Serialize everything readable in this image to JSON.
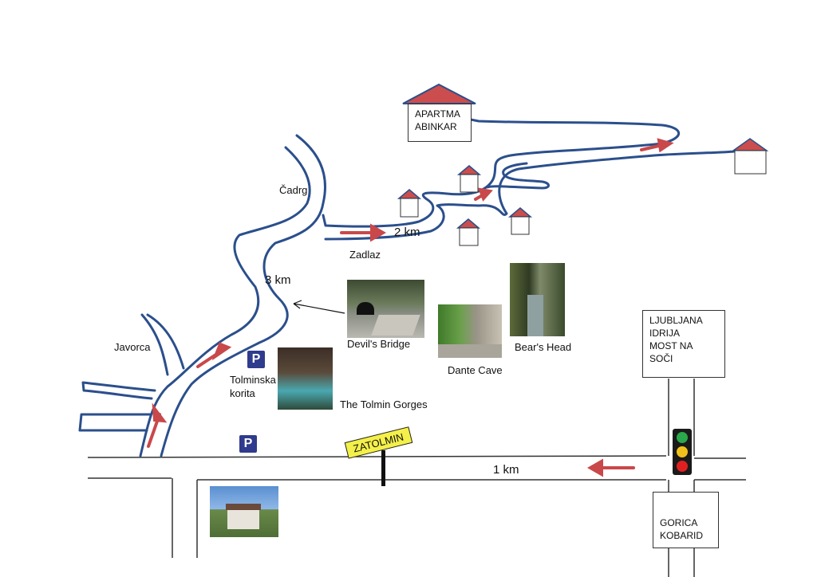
{
  "places": {
    "cadrg": "Čadrg",
    "zadlaz": "Zadlaz",
    "javorca": "Javorca",
    "tolminska_korita": "Tolminska\nkorita"
  },
  "distances": {
    "d2": "2 km",
    "d3": "3 km",
    "d1": "1 km"
  },
  "apartment": {
    "label": "APARTMA\nABINKAR"
  },
  "attractions": {
    "devils_bridge": "Devil's Bridge",
    "dante_cave": "Dante Cave",
    "bears_head": "Bear's Head",
    "tolmin_gorges": "The Tolmin Gorges"
  },
  "signs": {
    "north": "LJUBLJANA\nIDRIJA\nMOST NA SOČI",
    "south": "GORICA\nKOBARID",
    "zatolmin": "ZATOLMIN"
  },
  "colors": {
    "road": "#2b4f8c",
    "arrow": "#c9484a",
    "roof": "#cc4d4d",
    "parking": "#2f3b8c",
    "sign": "#f4f04a"
  }
}
